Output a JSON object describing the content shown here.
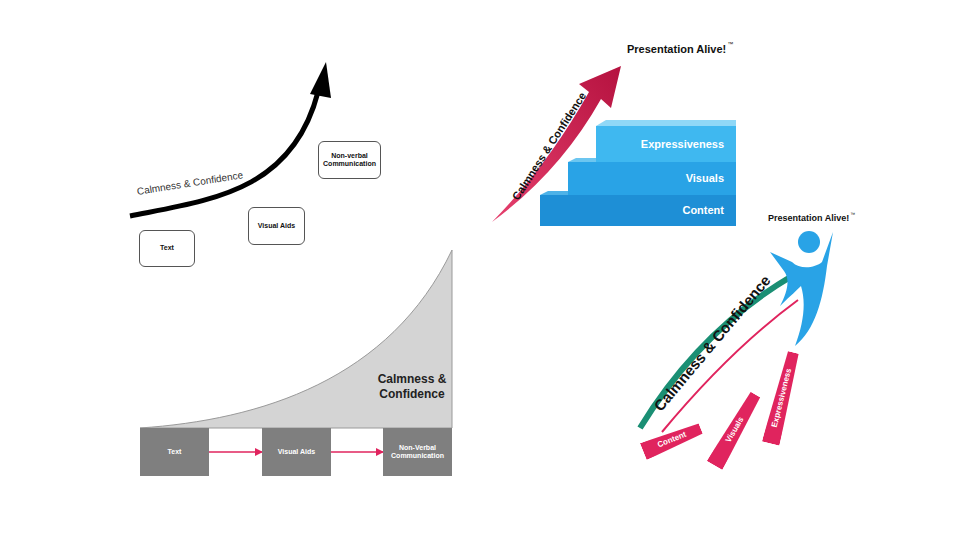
{
  "diagram": {
    "nodes": [
      {
        "text": [
          "Text"
        ]
      },
      {
        "text": [
          "Visual Aids"
        ]
      },
      {
        "text": [
          "Non-verbal Communication"
        ]
      },
      {
        "text": [
          "Expressiveness"
        ]
      },
      {
        "text": [
          "Visuals"
        ]
      },
      {
        "text": [
          "Content"
        ]
      },
      {
        "text": [
          "Content"
        ]
      },
      {
        "text": [
          "Visuals"
        ]
      },
      {
        "text": [
          "Expressiveness"
        ]
      },
      {
        "text": [
          "Text"
        ]
      },
      {
        "text": [
          "Visual Aids"
        ]
      },
      {
        "text": [
          "Non-Verbal Communication"
        ]
      }
    ],
    "edges": [
      {
        "from": 9,
        "to": 10,
        "arrow": "to"
      },
      {
        "from": 10,
        "to": 11,
        "arrow": "to"
      }
    ],
    "labels": [
      "Calmness & Confidence",
      "Presentation Alive!",
      "™",
      "Calmness & Confidence",
      "Presentation Alive!",
      "™",
      "Calmness & Confidence",
      "Calmness & Confidence"
    ]
  }
}
